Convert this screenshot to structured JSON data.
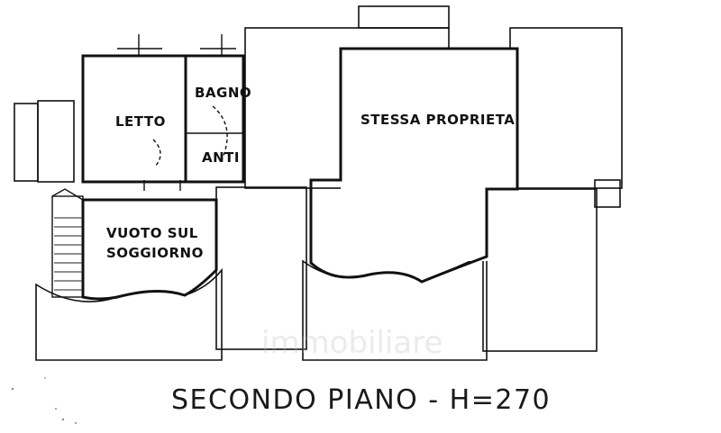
{
  "rooms": {
    "letto": "LETTO",
    "bagno": "BAGNO",
    "anti": "ANTI",
    "stessa_proprieta": "STESSA PROPRIETA'",
    "vuoto_line1": "VUOTO SUL",
    "vuoto_line2": "SOGGIORNO"
  },
  "title": "SECONDO PIANO - H=270",
  "watermark": "immobiliare"
}
